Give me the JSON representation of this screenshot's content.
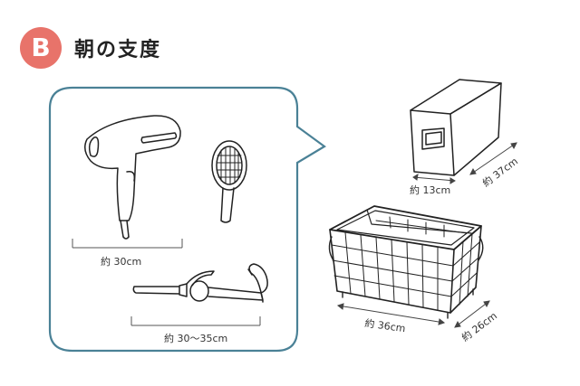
{
  "header": {
    "badge_letter": "B",
    "title": "朝の支度"
  },
  "colors": {
    "badge": "#e8736a",
    "callout_border": "#4a8196",
    "line": "#222222"
  },
  "items": [
    {
      "name": "hair-dryer",
      "size_label": "約 30cm"
    },
    {
      "name": "hair-brush",
      "size_label": ""
    },
    {
      "name": "curling-iron",
      "size_label": "約 30〜35cm"
    },
    {
      "name": "storage-box",
      "size_width_label": "約 13cm",
      "size_depth_label": "約 37cm"
    },
    {
      "name": "wire-basket",
      "size_width_label": "約 36cm",
      "size_depth_label": "約 26cm"
    }
  ]
}
